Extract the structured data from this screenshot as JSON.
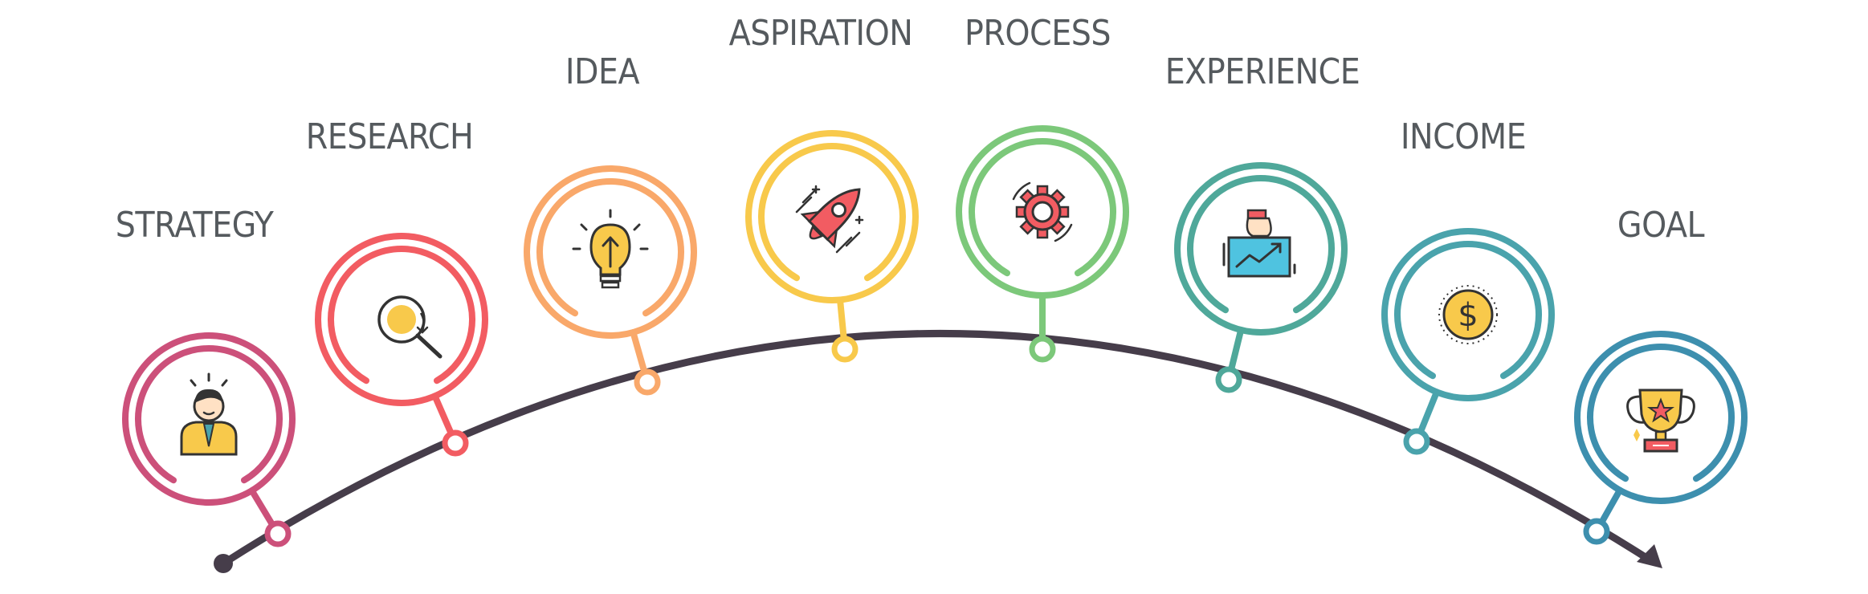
{
  "steps": [
    {
      "label": "STRATEGY",
      "color": "#cc507a",
      "icon": "businessman-icon"
    },
    {
      "label": "RESEARCH",
      "color": "#f25c62",
      "icon": "magnifier-icon"
    },
    {
      "label": "IDEA",
      "color": "#f9a86a",
      "icon": "lightbulb-icon"
    },
    {
      "label": "ASPIRATION",
      "color": "#f8c94b",
      "icon": "rocket-icon"
    },
    {
      "label": "PROCESS",
      "color": "#7cc87a",
      "icon": "gear-icon"
    },
    {
      "label": "EXPERIENCE",
      "color": "#4fa89a",
      "icon": "chart-board-icon"
    },
    {
      "label": "INCOME",
      "color": "#4aa3ac",
      "icon": "dollar-coin-icon"
    },
    {
      "label": "GOAL",
      "color": "#3d8fae",
      "icon": "trophy-icon"
    }
  ],
  "timeline": {
    "color": "#463d4a"
  }
}
